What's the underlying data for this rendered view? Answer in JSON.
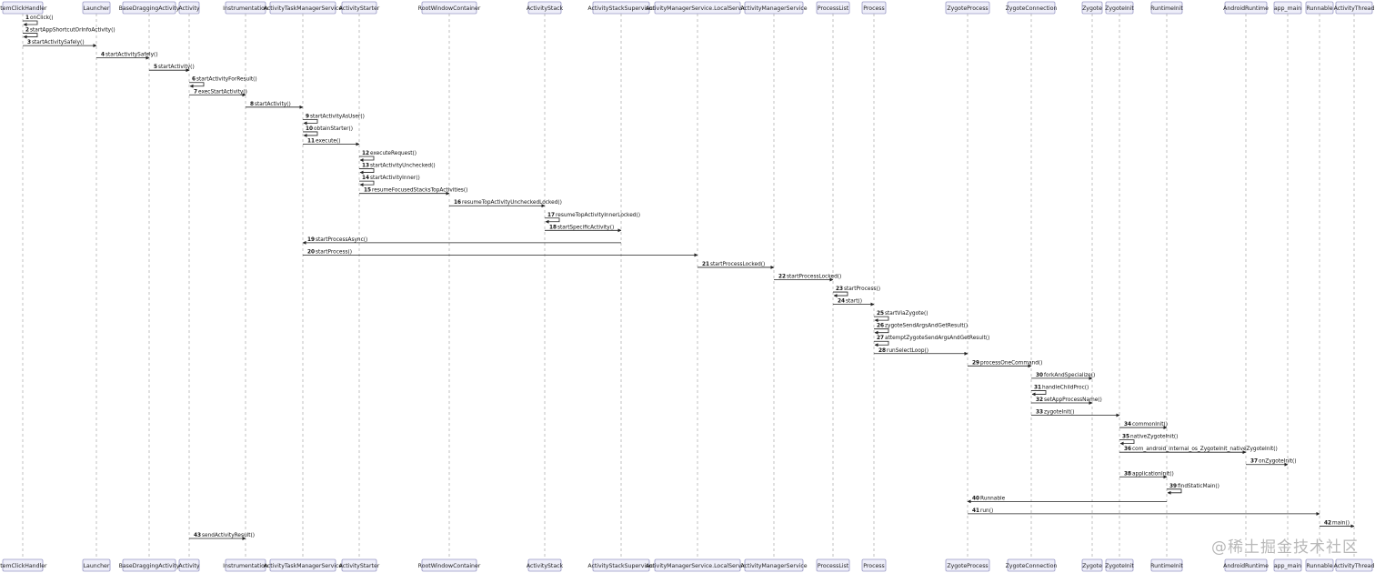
{
  "participants": [
    "ItemClickHandler",
    "Launcher",
    "BaseDraggingActivity",
    "Activity",
    "Instrumentation",
    "ActivityTaskManagerService",
    "ActivityStarter",
    "RootWindowContainer",
    "ActivityStack",
    "ActivityStackSupervisor",
    "ActivityManagerService.LocalService",
    "ActivityManagerService",
    "ProcessList",
    "Process",
    "ZygoteProcess",
    "ZygoteConnection",
    "Zygote",
    "ZygoteInit",
    "RuntimeInit",
    "AndroidRuntime",
    "app_main",
    "Runnable",
    "ActivityThread"
  ],
  "messages": [
    {
      "n": "1",
      "label": "onClick()",
      "from": 0,
      "to": 0
    },
    {
      "n": "2",
      "label": "startAppShortcutOrInfoActivity()",
      "from": 0,
      "to": 0
    },
    {
      "n": "3",
      "label": "startActivitySafely()",
      "from": 0,
      "to": 1
    },
    {
      "n": "4",
      "label": "startActivitySafely()",
      "from": 1,
      "to": 2
    },
    {
      "n": "5",
      "label": "startActivity()",
      "from": 2,
      "to": 3
    },
    {
      "n": "6",
      "label": "startActivityForResult()",
      "from": 3,
      "to": 3
    },
    {
      "n": "7",
      "label": "execStartActivity()",
      "from": 3,
      "to": 4
    },
    {
      "n": "8",
      "label": "startActivity()",
      "from": 4,
      "to": 5
    },
    {
      "n": "9",
      "label": "startActivityAsUser()",
      "from": 5,
      "to": 5
    },
    {
      "n": "10",
      "label": "obtainStarter()",
      "from": 5,
      "to": 5
    },
    {
      "n": "11",
      "label": "execute()",
      "from": 5,
      "to": 6
    },
    {
      "n": "12",
      "label": "executeRequest()",
      "from": 6,
      "to": 6
    },
    {
      "n": "13",
      "label": "startActivityUnchecked()",
      "from": 6,
      "to": 6
    },
    {
      "n": "14",
      "label": "startActivityInner()",
      "from": 6,
      "to": 6
    },
    {
      "n": "15",
      "label": "resumeFocusedStacksTopActivities()",
      "from": 6,
      "to": 7
    },
    {
      "n": "16",
      "label": "resumeTopActivityUncheckedLocked()",
      "from": 7,
      "to": 8
    },
    {
      "n": "17",
      "label": "resumeTopActivityInnerLocked()",
      "from": 8,
      "to": 8
    },
    {
      "n": "18",
      "label": "startSpecificActivity()",
      "from": 8,
      "to": 9
    },
    {
      "n": "19",
      "label": "startProcessAsync()",
      "from": 9,
      "to": 5
    },
    {
      "n": "20",
      "label": "startProcess()",
      "from": 5,
      "to": 10
    },
    {
      "n": "21",
      "label": "startProcessLocked()",
      "from": 10,
      "to": 11
    },
    {
      "n": "22",
      "label": "startProcessLocked()",
      "from": 11,
      "to": 12
    },
    {
      "n": "23",
      "label": "startProcess()",
      "from": 12,
      "to": 12
    },
    {
      "n": "24",
      "label": "start()",
      "from": 12,
      "to": 13
    },
    {
      "n": "25",
      "label": "startViaZygote()",
      "from": 13,
      "to": 13
    },
    {
      "n": "26",
      "label": "zygoteSendArgsAndGetResult()",
      "from": 13,
      "to": 13
    },
    {
      "n": "27",
      "label": "attemptZygoteSendArgsAndGetResult()",
      "from": 13,
      "to": 13
    },
    {
      "n": "28",
      "label": "runSelectLoop()",
      "from": 13,
      "to": 14
    },
    {
      "n": "29",
      "label": "processOneCommand()",
      "from": 14,
      "to": 15
    },
    {
      "n": "30",
      "label": "forkAndSpecialize()",
      "from": 15,
      "to": 16
    },
    {
      "n": "31",
      "label": "handleChildProc()",
      "from": 15,
      "to": 15
    },
    {
      "n": "32",
      "label": "setAppProcessName()",
      "from": 15,
      "to": 16
    },
    {
      "n": "33",
      "label": "zygoteInit()",
      "from": 15,
      "to": 17
    },
    {
      "n": "34",
      "label": "commonInit()",
      "from": 17,
      "to": 18
    },
    {
      "n": "35",
      "label": "nativeZygoteInit()",
      "from": 17,
      "to": 17
    },
    {
      "n": "36",
      "label": "com_android_internal_os_ZygoteInit_nativeZygoteInit()",
      "from": 17,
      "to": 19
    },
    {
      "n": "37",
      "label": "onZygoteInit()",
      "from": 19,
      "to": 20
    },
    {
      "n": "38",
      "label": "applicationInit()",
      "from": 17,
      "to": 18
    },
    {
      "n": "39",
      "label": "findStaticMain()",
      "from": 18,
      "to": 18
    },
    {
      "n": "40",
      "label": "Runnable",
      "from": 18,
      "to": 14
    },
    {
      "n": "41",
      "label": "run()",
      "from": 14,
      "to": 21
    },
    {
      "n": "42",
      "label": "main()",
      "from": 21,
      "to": 22
    },
    {
      "n": "43",
      "label": "sendActivityResult()",
      "from": 3,
      "to": 4
    }
  ],
  "watermark": "@稀土掘金技术社区"
}
